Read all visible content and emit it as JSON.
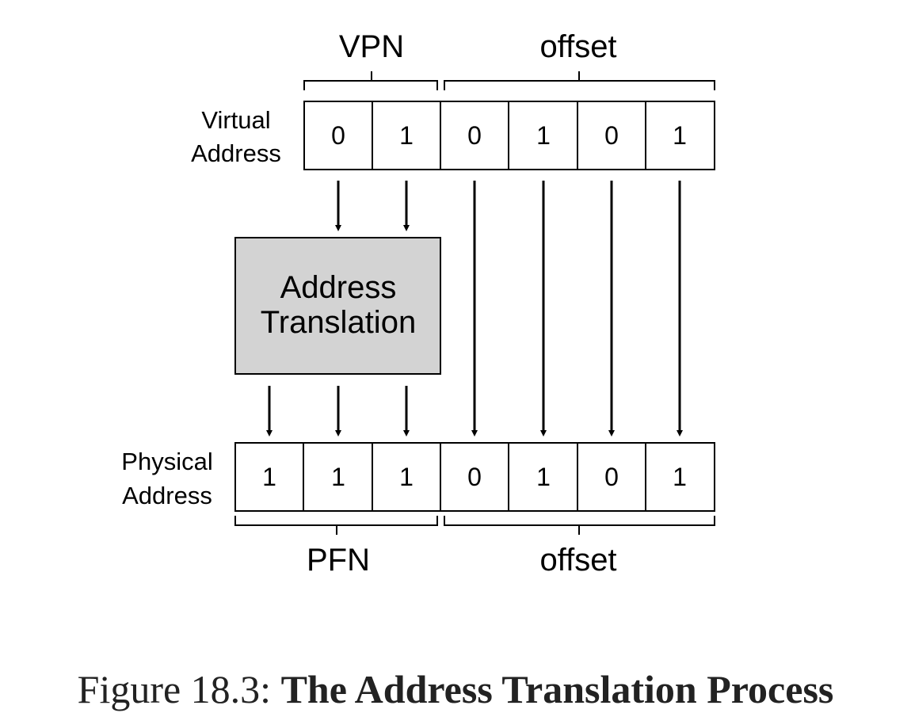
{
  "diagram": {
    "virtual_label": [
      "Virtual",
      "Address"
    ],
    "physical_label": [
      "Physical",
      "Address"
    ],
    "vpn_label": "VPN",
    "offset_top_label": "offset",
    "pfn_label": "PFN",
    "offset_bottom_label": "offset",
    "translation_box": [
      "Address",
      "Translation"
    ],
    "virtual_bits": [
      "0",
      "1",
      "0",
      "1",
      "0",
      "1"
    ],
    "physical_bits": [
      "1",
      "1",
      "1",
      "0",
      "1",
      "0",
      "1"
    ],
    "box_fill": "#d3d3d3"
  },
  "caption": {
    "prefix": "Figure 18.3: ",
    "title": "The Address Translation Process"
  }
}
